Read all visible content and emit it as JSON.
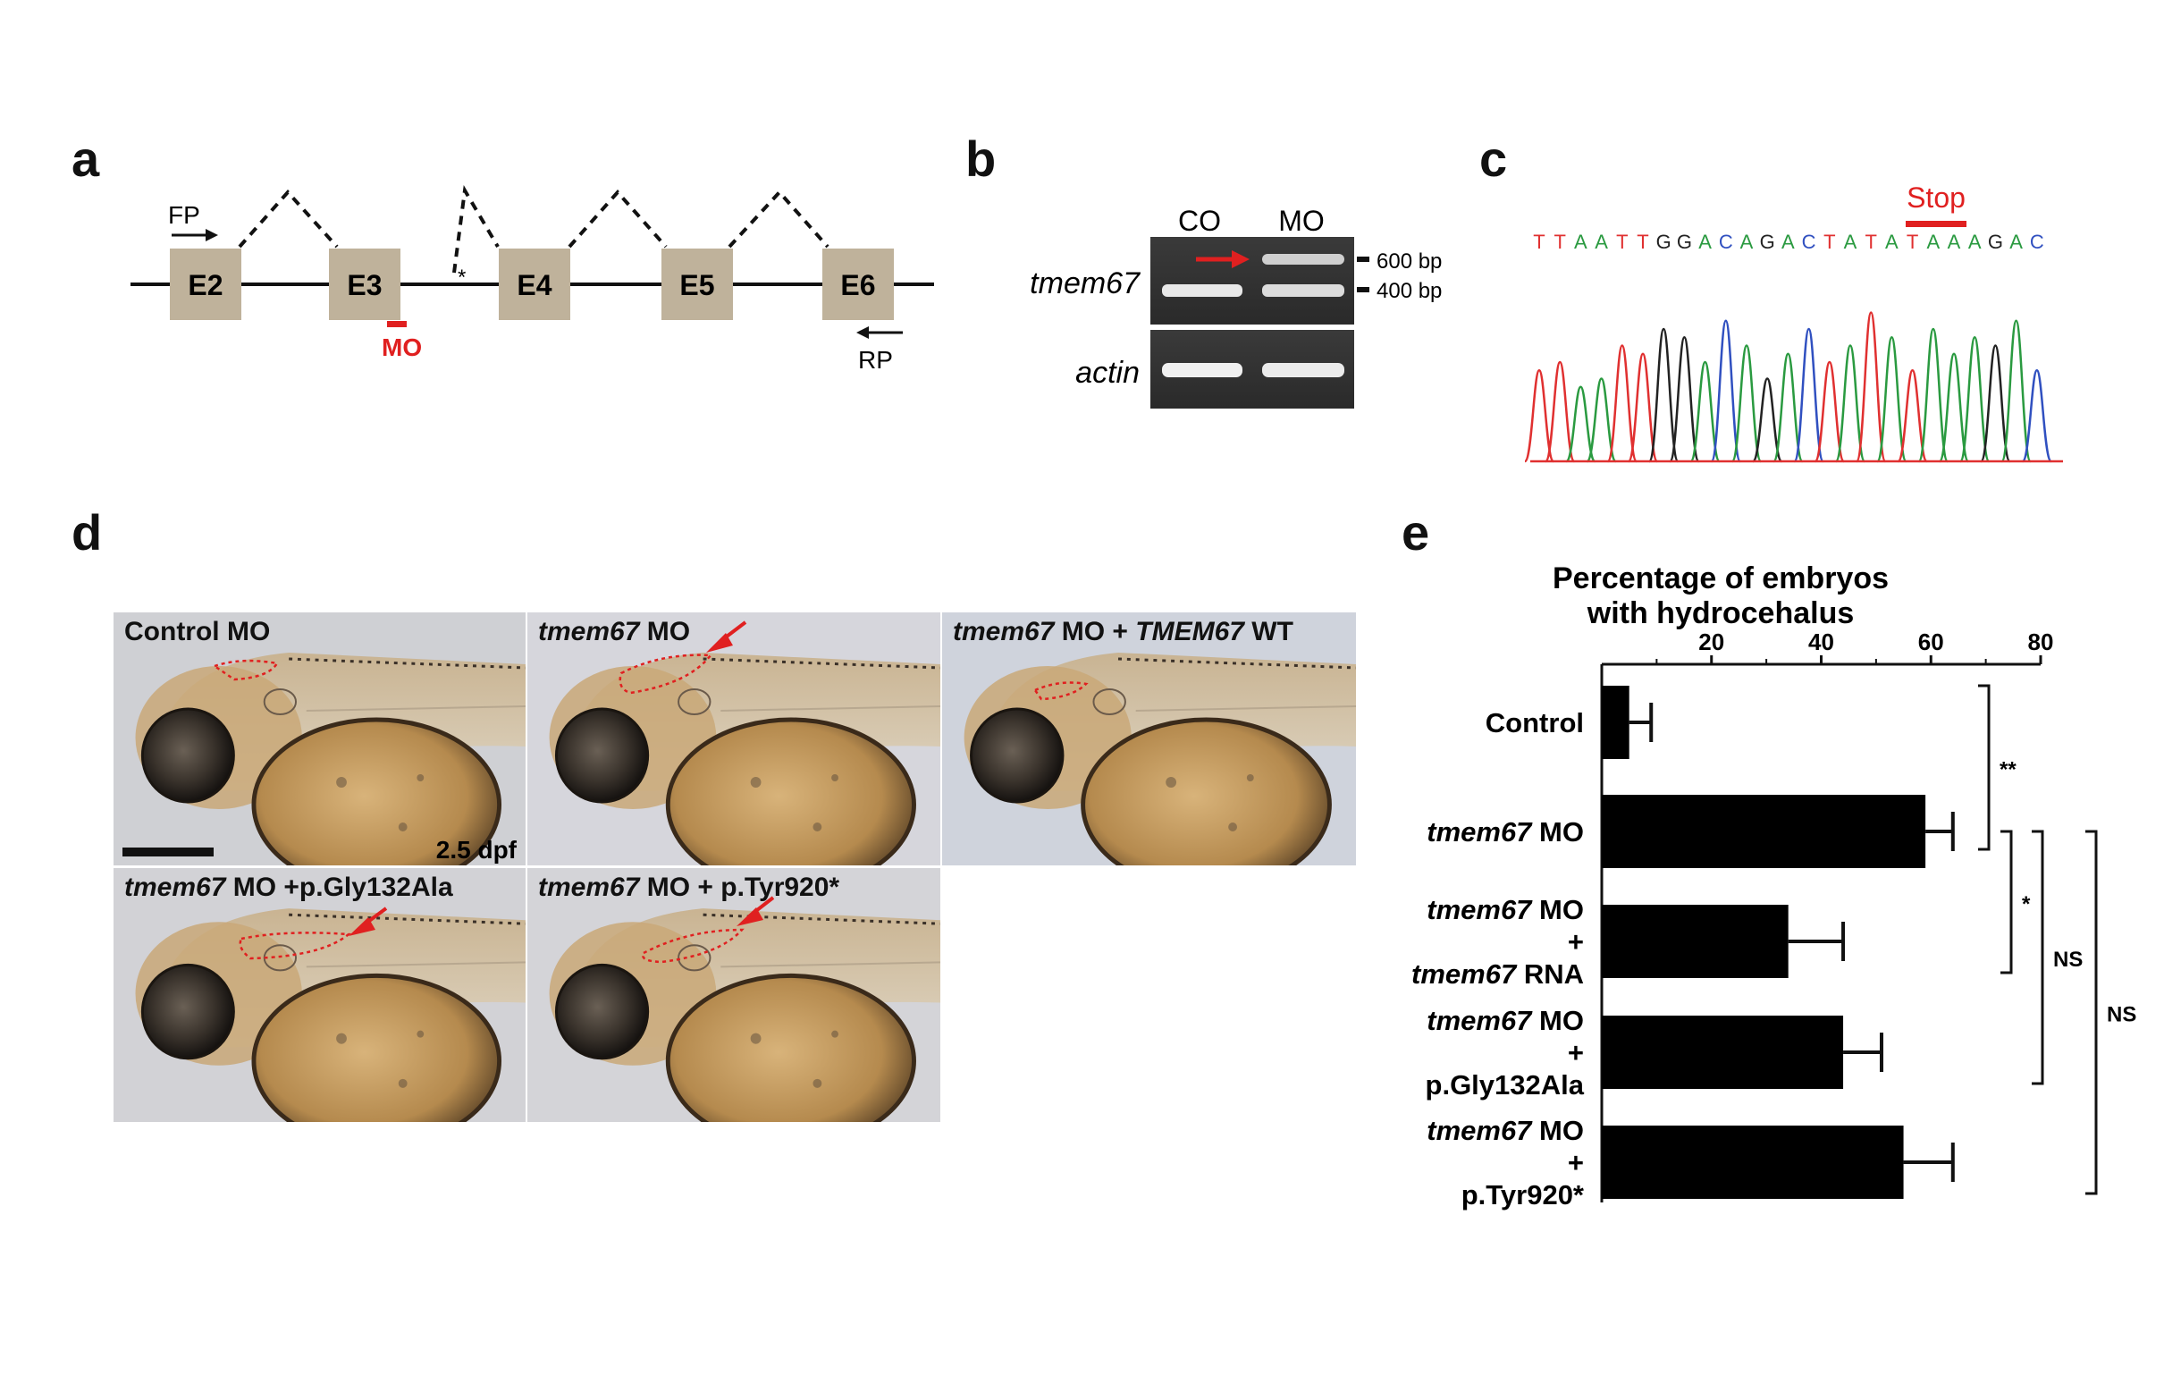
{
  "panels": {
    "a": {
      "letter": "a",
      "exons": [
        "E2",
        "E3",
        "E4",
        "E5",
        "E6"
      ],
      "forward_primer": "FP",
      "reverse_primer": "RP",
      "morpholino": "MO",
      "asterisk": "*"
    },
    "b": {
      "letter": "b",
      "lanes": [
        "CO",
        "MO"
      ],
      "genes": [
        "tmem67",
        "actin"
      ],
      "markers": [
        "600 bp",
        "400 bp"
      ]
    },
    "c": {
      "letter": "c",
      "stop_label": "Stop",
      "sequence": [
        {
          "b": "T",
          "c": "#e03030"
        },
        {
          "b": "T",
          "c": "#e03030"
        },
        {
          "b": "A",
          "c": "#2a9a40"
        },
        {
          "b": "A",
          "c": "#2a9a40"
        },
        {
          "b": "T",
          "c": "#e03030"
        },
        {
          "b": "T",
          "c": "#e03030"
        },
        {
          "b": "G",
          "c": "#222222"
        },
        {
          "b": "G",
          "c": "#222222"
        },
        {
          "b": "A",
          "c": "#2a9a40"
        },
        {
          "b": "C",
          "c": "#3050c0"
        },
        {
          "b": "A",
          "c": "#2a9a40"
        },
        {
          "b": "G",
          "c": "#222222"
        },
        {
          "b": "A",
          "c": "#2a9a40"
        },
        {
          "b": "C",
          "c": "#3050c0"
        },
        {
          "b": "T",
          "c": "#e03030"
        },
        {
          "b": "A",
          "c": "#2a9a40"
        },
        {
          "b": "T",
          "c": "#e03030"
        },
        {
          "b": "A",
          "c": "#2a9a40"
        },
        {
          "b": "T",
          "c": "#e03030"
        },
        {
          "b": "A",
          "c": "#2a9a40"
        },
        {
          "b": "A",
          "c": "#2a9a40"
        },
        {
          "b": "A",
          "c": "#2a9a40"
        },
        {
          "b": "G",
          "c": "#222222"
        },
        {
          "b": "A",
          "c": "#2a9a40"
        },
        {
          "b": "C",
          "c": "#3050c0"
        }
      ]
    },
    "d": {
      "letter": "d",
      "photos": [
        {
          "label_italic": "",
          "label_rest": "Control MO",
          "label_italic2": "",
          "label_tail": ""
        },
        {
          "label_italic": "tmem67",
          "label_rest": " MO",
          "label_italic2": "",
          "label_tail": ""
        },
        {
          "label_italic": "tmem67",
          "label_rest": " MO + ",
          "label_italic2": "TMEM67",
          "label_tail": " WT"
        },
        {
          "label_italic": "tmem67",
          "label_rest": " MO +p.Gly132Ala",
          "label_italic2": "",
          "label_tail": ""
        },
        {
          "label_italic": "tmem67",
          "label_rest": " MO + p.Tyr920*",
          "label_italic2": "",
          "label_tail": ""
        }
      ],
      "stage": "2.5 dpf"
    },
    "e": {
      "letter": "e"
    }
  },
  "chart_data": {
    "type": "bar",
    "orientation": "horizontal",
    "title": "Percentage of embryos with hydrocehalus",
    "title_lines": [
      "Percentage of embryos",
      "with hydrocehalus"
    ],
    "xlim": [
      0,
      80
    ],
    "xticks": [
      "20",
      "40",
      "60",
      "80"
    ],
    "categories": [
      {
        "lines": [
          {
            "it": "",
            "rest": "Control"
          }
        ]
      },
      {
        "lines": [
          {
            "it": "tmem67",
            "rest": " MO"
          }
        ]
      },
      {
        "lines": [
          {
            "it": "tmem67",
            "rest": " MO"
          },
          {
            "it": "",
            "rest": "+"
          },
          {
            "it": "tmem67",
            "rest": " RNA"
          }
        ]
      },
      {
        "lines": [
          {
            "it": "tmem67",
            "rest": " MO"
          },
          {
            "it": "",
            "rest": "+"
          },
          {
            "it": "",
            "rest": "p.Gly132Ala"
          }
        ]
      },
      {
        "lines": [
          {
            "it": "tmem67",
            "rest": " MO"
          },
          {
            "it": "",
            "rest": "+"
          },
          {
            "it": "",
            "rest": "p.Tyr920*"
          }
        ]
      }
    ],
    "values": [
      5,
      59,
      34,
      44,
      55
    ],
    "errors": [
      4,
      5,
      10,
      7,
      9
    ],
    "bar_color": "#000000",
    "significance": [
      {
        "from": 0,
        "to": 1,
        "label": "**"
      },
      {
        "from": 1,
        "to": 2,
        "label": "*"
      },
      {
        "from": 1,
        "to": 3,
        "label": "NS"
      },
      {
        "from": 1,
        "to": 4,
        "label": "NS"
      }
    ]
  }
}
